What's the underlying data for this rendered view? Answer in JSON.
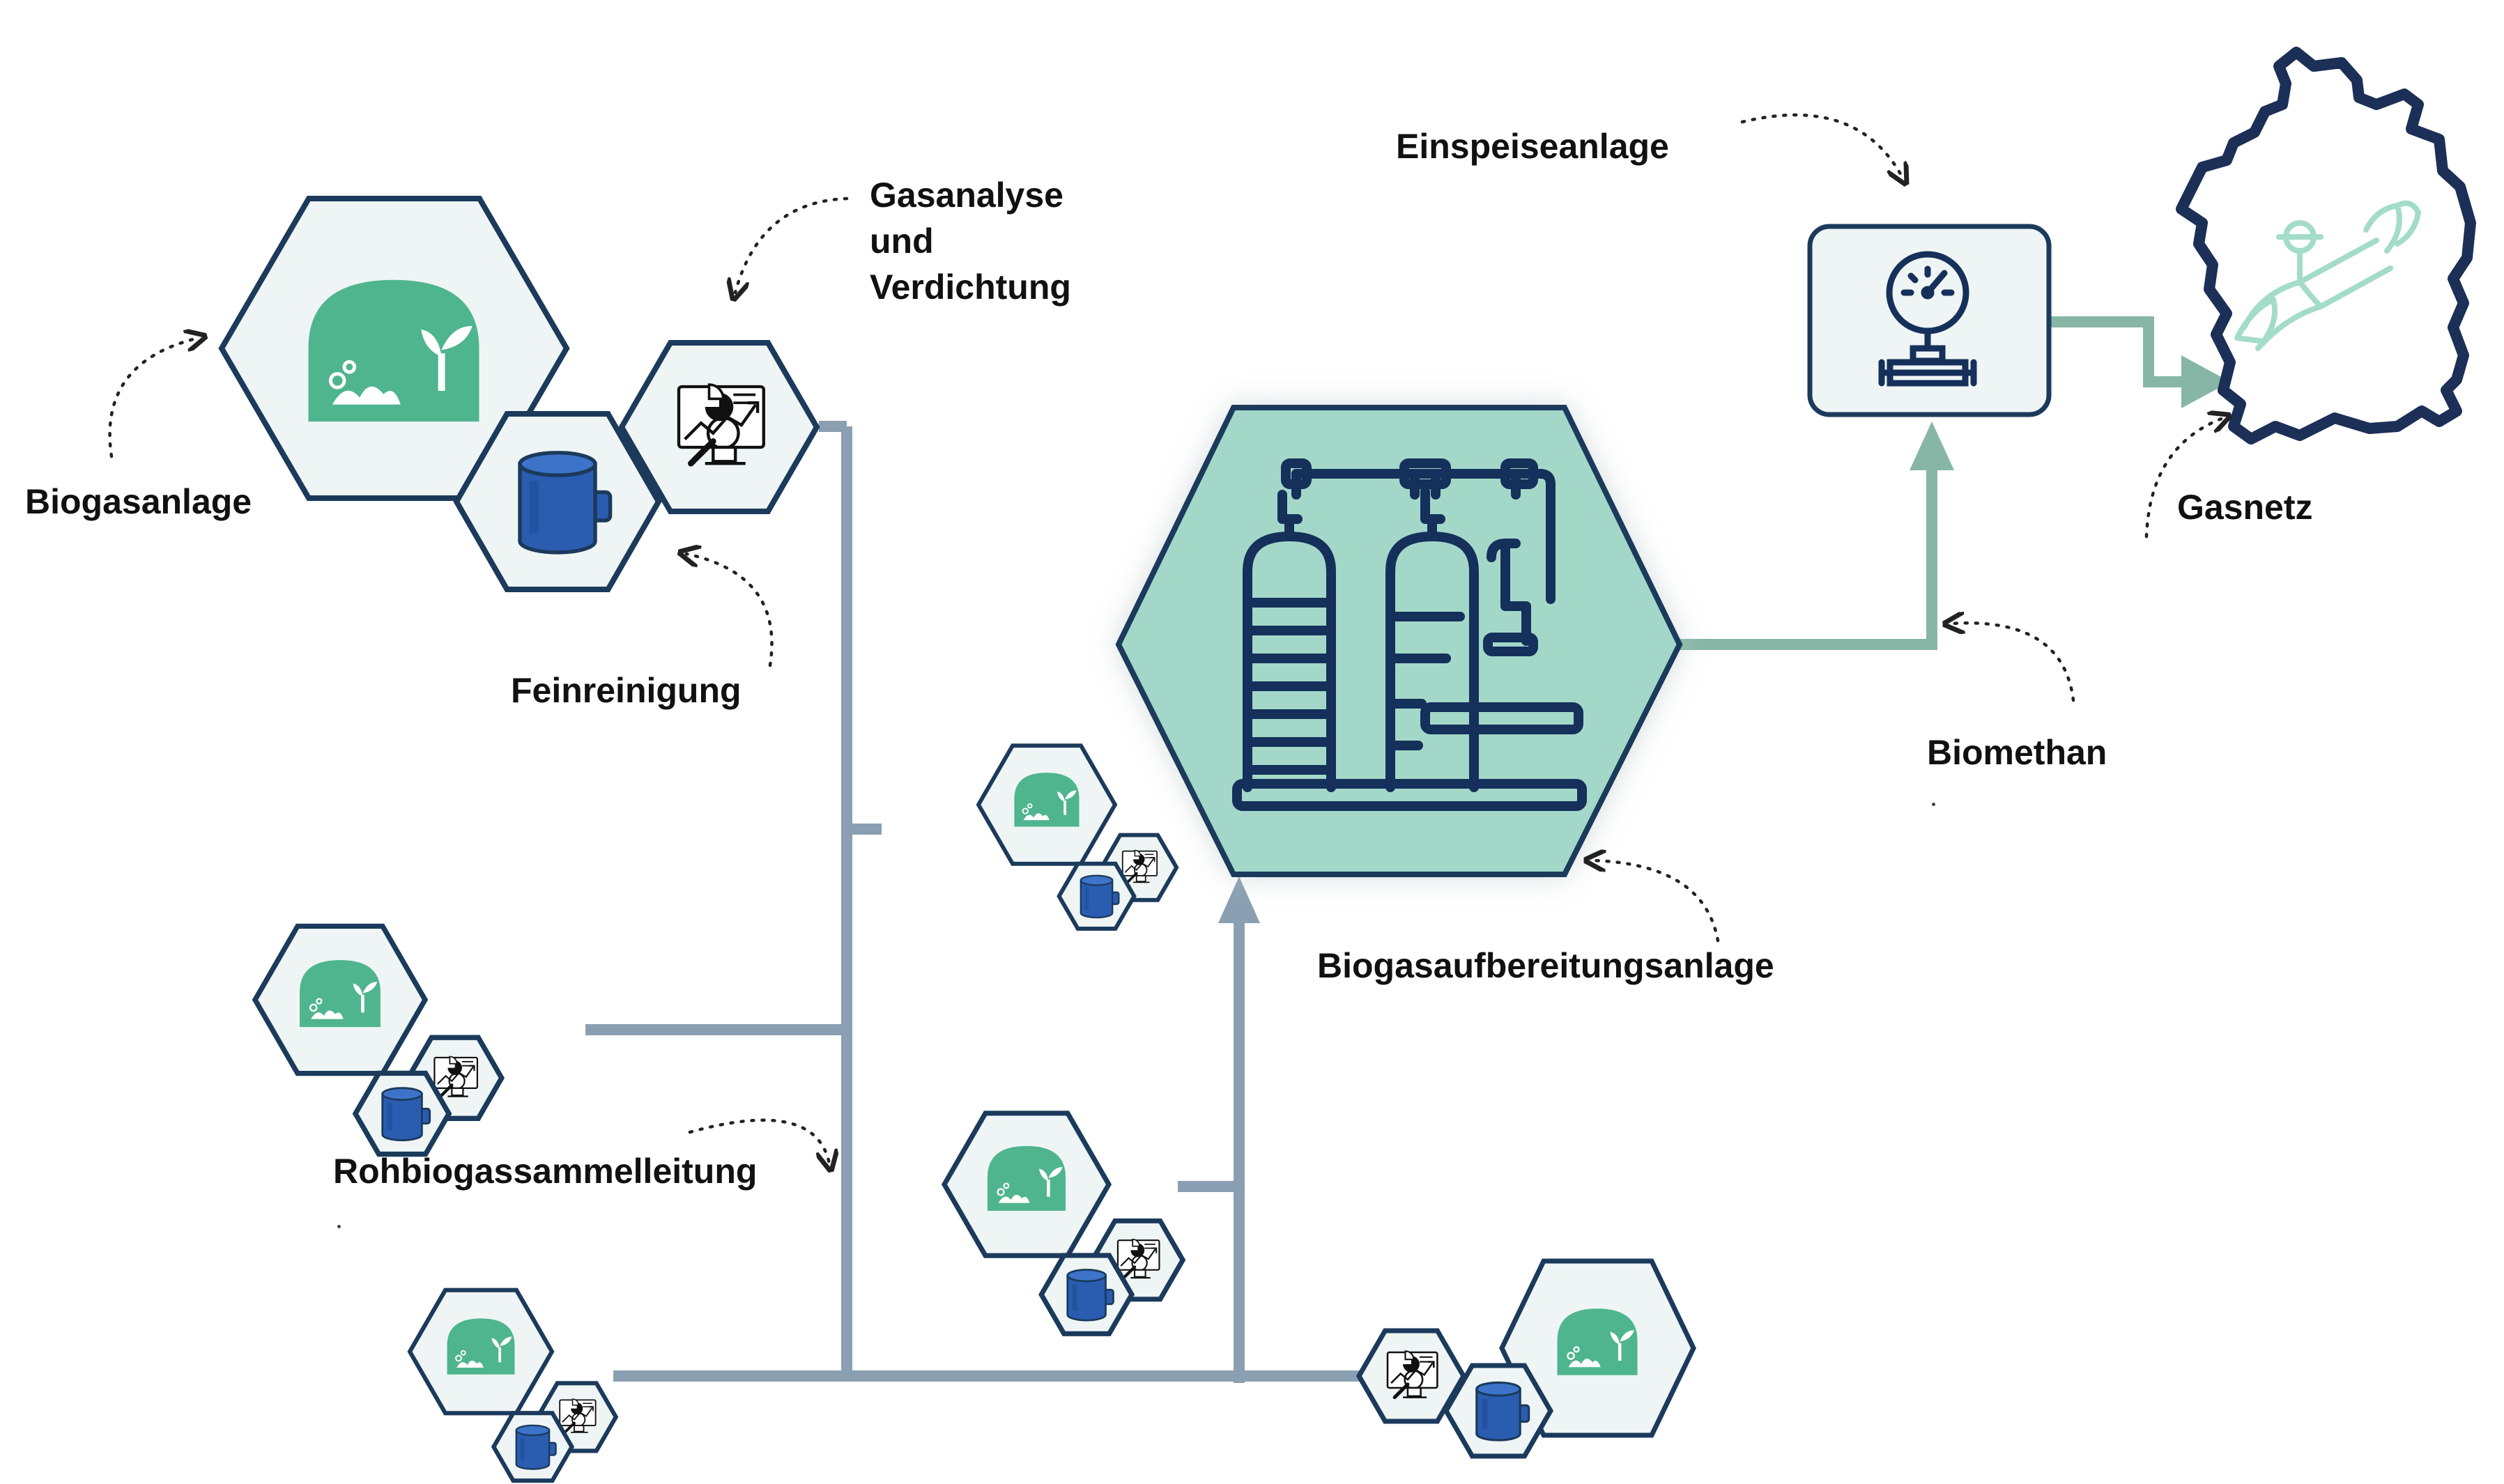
{
  "colors": {
    "hex_border": "#1b3a5c",
    "hex_fill": "#eef5f4",
    "main_fill": "#a3d8c9",
    "green": "#4fb58e",
    "pipe_raw": "#8a9fb1",
    "pipe_bio": "#88b6a6",
    "map_border": "#1b2f57",
    "tank": "#2a5db0"
  },
  "labels": {
    "biogasanlage": "Biogasanlage",
    "gasanalyse": [
      "Gasanalyse",
      "und",
      "Verdichtung"
    ],
    "feinreinigung": "Feinreinigung",
    "rohbiogas": "Rohbiogassammelleitung",
    "aufbereitung": "Biogasaufbereitungsanlage",
    "biomethan": "Biomethan",
    "einspeise": "Einspeiseanlage",
    "gasnetz": "Gasnetz"
  },
  "icons": {
    "biogas": "biogas-dome-icon",
    "tank": "gas-cleaning-tank-icon",
    "analysis": "gas-analysis-monitor-icon",
    "upgrading": "upgrading-columns-icon",
    "injection": "pressure-gauge-icon",
    "grid": "pipeline-icon",
    "map": "germany-map"
  }
}
